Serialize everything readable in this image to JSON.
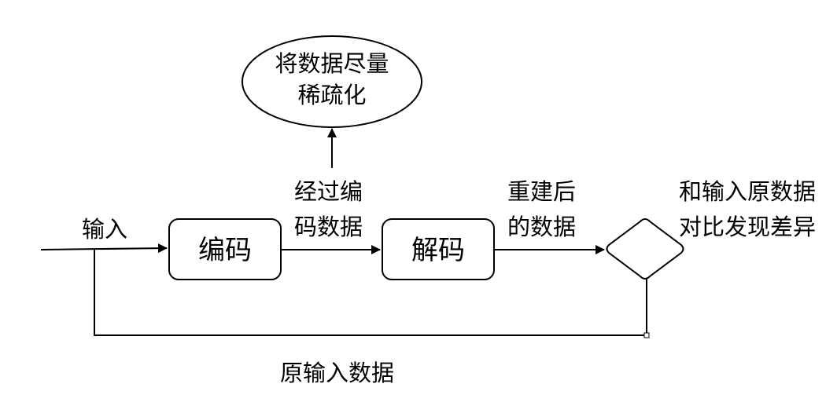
{
  "nodes": {
    "encode": "编码",
    "decode": "解码",
    "sparsify": [
      "将数据尽量",
      "稀疏化"
    ]
  },
  "edges": {
    "input": "输入",
    "encoded": [
      "经过编",
      "码数据"
    ],
    "reconstructed": [
      "重建后",
      "的数据"
    ],
    "compare": [
      "和输入原数据",
      "对比发现差异"
    ],
    "original": "原输入数据"
  },
  "colors": {
    "stroke": "#000000",
    "fill": "#ffffff"
  }
}
